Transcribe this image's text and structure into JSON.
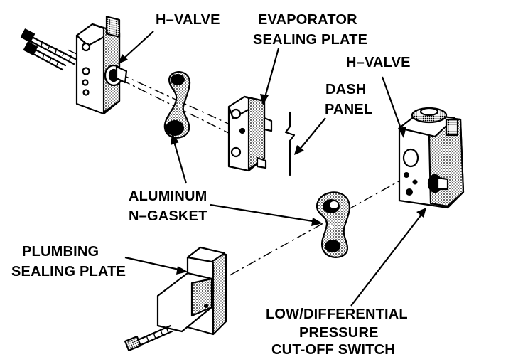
{
  "labels": {
    "h_valve_top": "H–VALVE",
    "evap_line1": "EVAPORATOR",
    "evap_line2": "SEALING PLATE",
    "h_valve_right": "H–VALVE",
    "dash_line1": "DASH",
    "dash_line2": "PANEL",
    "gasket_line1": "ALUMINUM",
    "gasket_line2": "N–GASKET",
    "plumbing_line1": "PLUMBING",
    "plumbing_line2": "SEALING PLATE",
    "switch_line1": "LOW/DIFFERENTIAL",
    "switch_line2": "PRESSURE",
    "switch_line3": "CUT-OFF SWITCH"
  },
  "colors": {
    "ink": "#000000",
    "paper": "#ffffff",
    "shade": "#9a9a9a"
  },
  "icons": [
    "bolt-icon",
    "arrowhead-icon"
  ]
}
